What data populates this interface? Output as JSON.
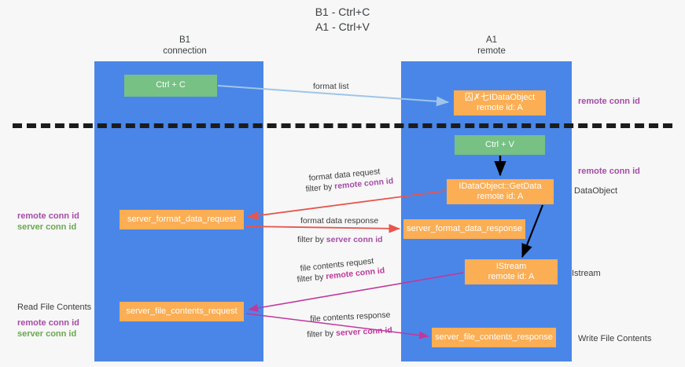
{
  "title": "B1 - Ctrl+C\nA1 - Ctrl+V",
  "title_line1": "B1 - Ctrl+C",
  "title_line2": "A1 - Ctrl+V",
  "columns": [
    {
      "id": "b1",
      "line1": "B1",
      "line2": "connection",
      "color": "#4a86e8"
    },
    {
      "id": "a1",
      "line1": "A1",
      "line2": "remote",
      "color": "#4a86e8"
    }
  ],
  "colors": {
    "lane": "#4a86e8",
    "green_node": "#76c183",
    "orange_node": "#fbae54",
    "purple_text": "#a64ca6",
    "green_text": "#6aa84f",
    "magenta_text": "#c0389c",
    "red_arrow": "#e8554e",
    "magenta_arrow": "#c0389c",
    "blue_arrow": "#9fc5e8",
    "black_arrow": "#000000",
    "divider": "#1c1c1c",
    "background": "#f7f7f7"
  },
  "nodes": {
    "ctrl_c": {
      "line1": "Ctrl + C",
      "line2": "",
      "style": "green"
    },
    "idataobject": {
      "line1": "囚✗七IDataObject",
      "line2": "remote id: A",
      "style": "orange"
    },
    "ctrl_v": {
      "line1": "Ctrl + V",
      "line2": "",
      "style": "green"
    },
    "getdata": {
      "line1": "IDataObject::GetData",
      "line2": "remote id: A",
      "style": "orange"
    },
    "server_format_data_request": {
      "line1": "server_format_data_request",
      "line2": "",
      "style": "orange"
    },
    "server_format_data_response": {
      "line1": "server_format_data_response",
      "line2": "",
      "style": "orange"
    },
    "istream": {
      "line1": "IStream",
      "line2": "remote id: A",
      "style": "orange"
    },
    "server_file_contents_request": {
      "line1": "server_file_contents_request",
      "line2": "",
      "style": "orange"
    },
    "server_file_contents_response": {
      "line1": "server_file_contents_response",
      "line2": "",
      "style": "orange"
    }
  },
  "edge_labels": {
    "format_list": "format list",
    "format_data_request": "format data request",
    "format_data_request_filter_prefix": "filter by ",
    "format_data_request_filter_key": "remote conn id",
    "format_data_response": "format data response",
    "format_data_response_filter_prefix": "filter by ",
    "format_data_response_filter_key": "server conn id",
    "file_contents_request": "file contents request",
    "file_contents_request_filter_prefix": "filter by ",
    "file_contents_request_filter_key": "remote conn id",
    "file_contents_response": "file contents response",
    "file_contents_response_filter_prefix": "filter by ",
    "file_contents_response_filter_key": "server conn id"
  },
  "annotations": {
    "right_remote_conn_id_1": "remote conn id",
    "right_remote_conn_id_2": "remote conn id",
    "dataobject": "DataObject",
    "istream": "Istream",
    "write_file_contents": "Write File Contents",
    "read_file_contents": "Read File Contents",
    "left_remote_conn_id_1": "remote conn id",
    "left_server_conn_id_1": "server conn id",
    "left_remote_conn_id_2": "remote conn id",
    "left_server_conn_id_2": "server conn id"
  }
}
